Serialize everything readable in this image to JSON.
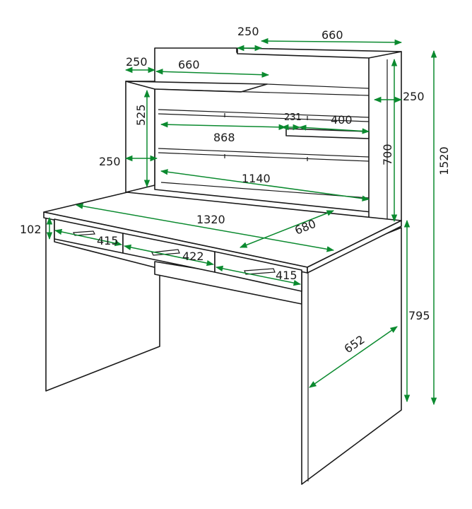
{
  "diagram": {
    "colors": {
      "line": "#1a1a1a",
      "dimension": "#0b8a2f",
      "background": "#ffffff"
    },
    "dimensions": {
      "top_shelf_depth": "250",
      "top_shelf_width": "660",
      "mid_shelf_depth": "250",
      "mid_shelf_width": "660",
      "side_depth": "250",
      "upper_height": "525",
      "lower_depth": "250",
      "gap_231": "231",
      "small_shelf_400": "400",
      "shelf_868": "868",
      "right_700": "700",
      "total_1520": "1520",
      "shelf_1140": "1140",
      "top_1320": "1320",
      "depth_680": "680",
      "drawer_height_102": "102",
      "drawer_left_415": "415",
      "drawer_mid_422": "422",
      "drawer_right_415": "415",
      "desk_height_795": "795",
      "leg_depth_652": "652"
    }
  }
}
